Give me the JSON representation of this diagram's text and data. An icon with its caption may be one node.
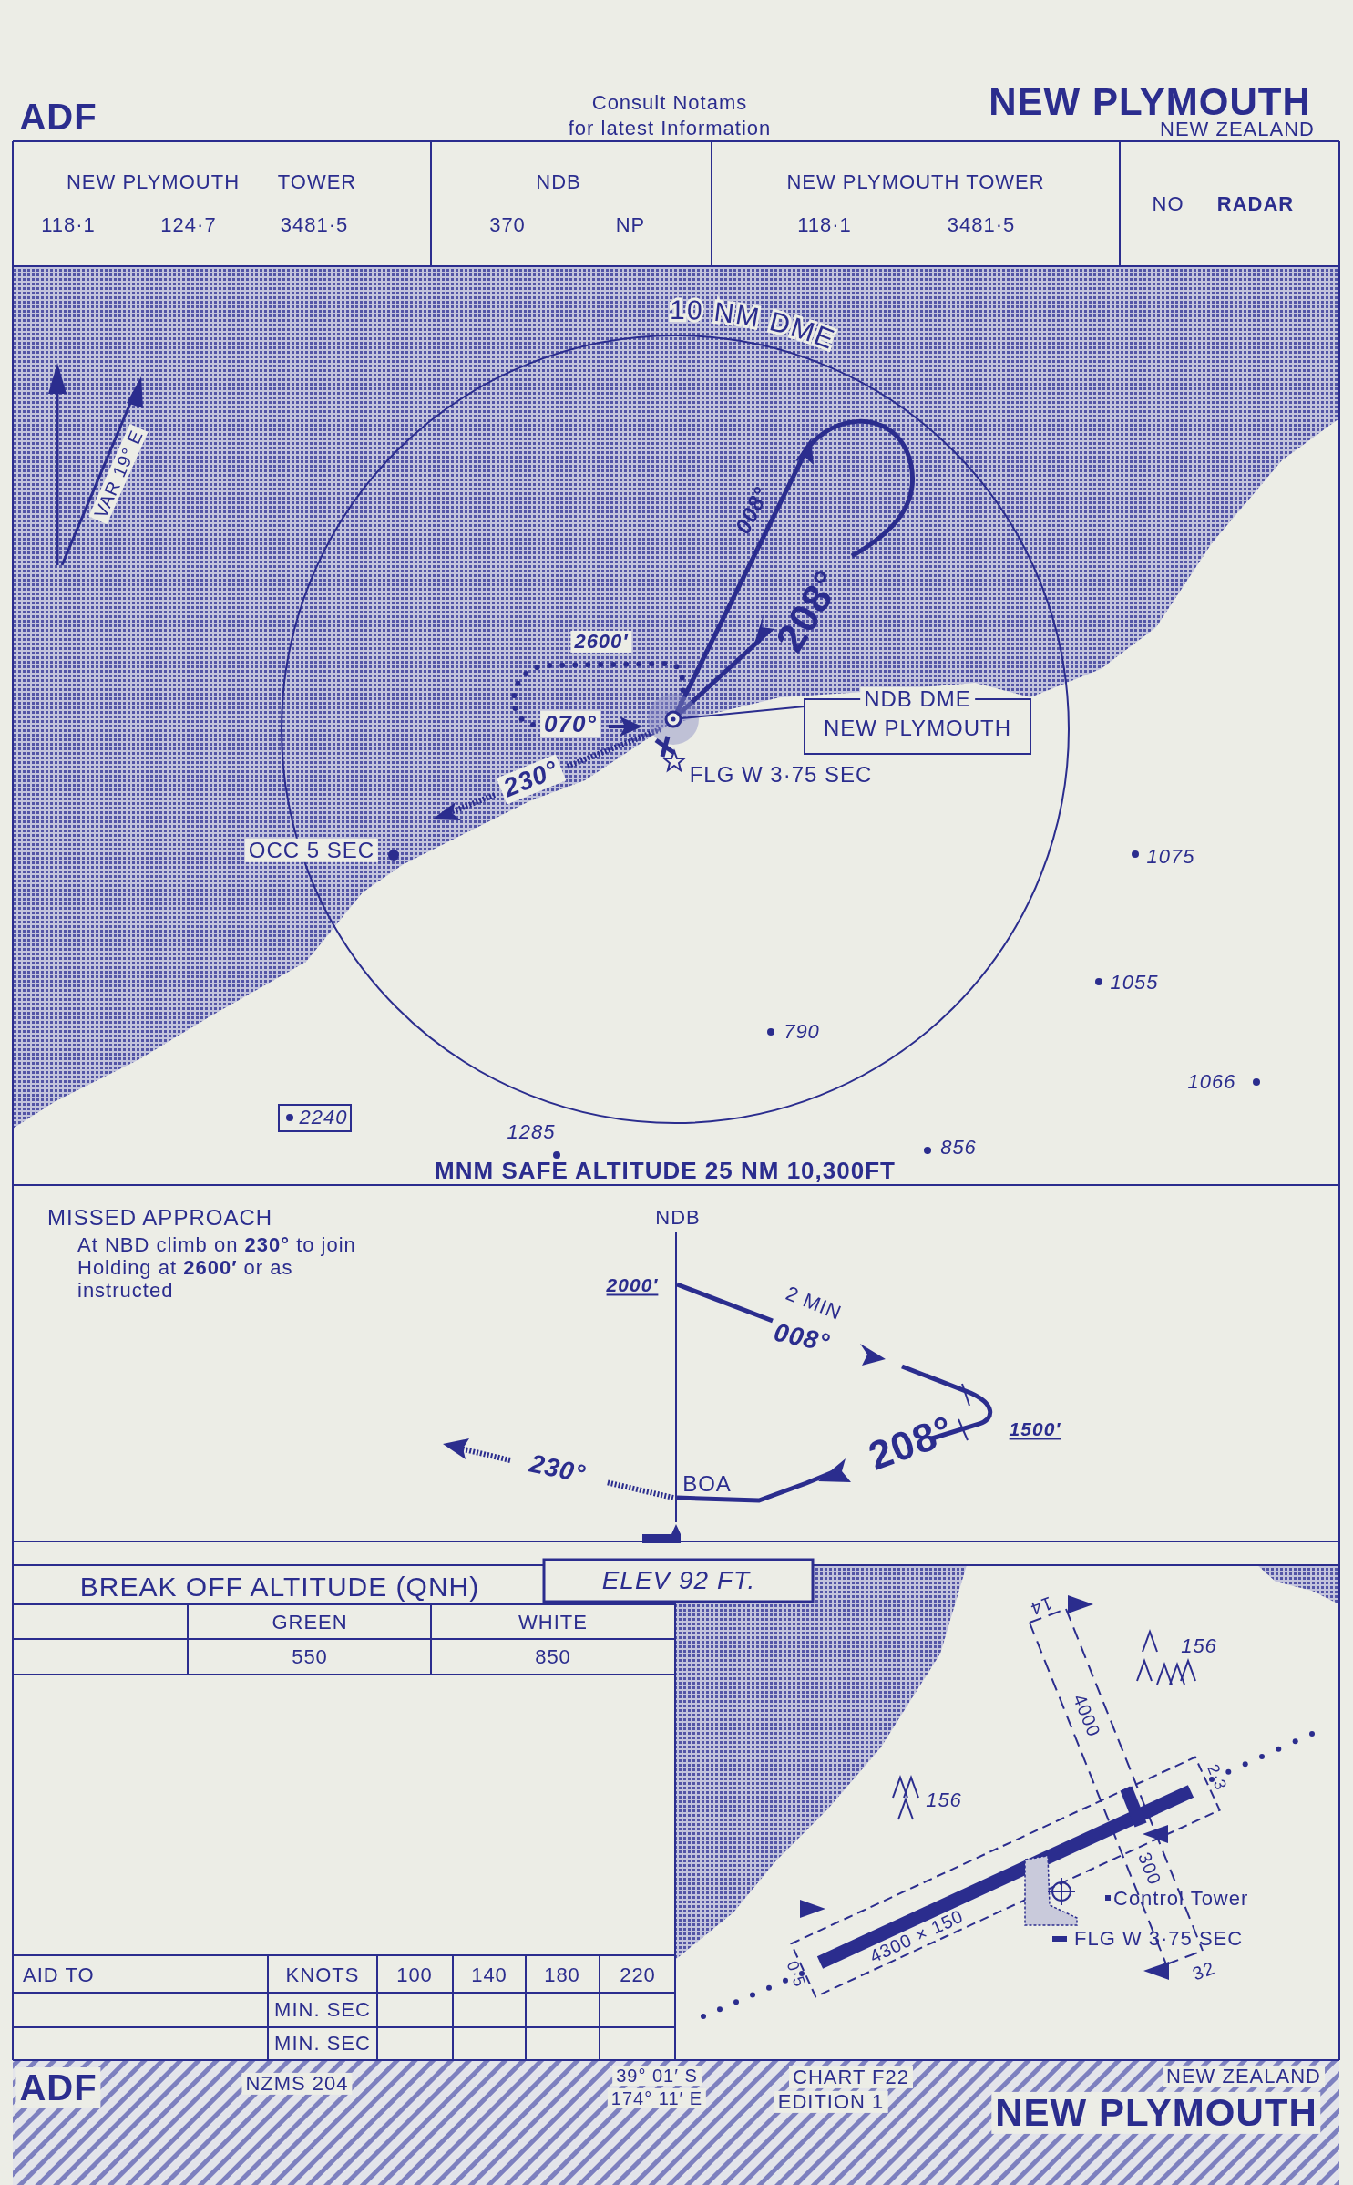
{
  "diagram": {
    "title": "NEW PLYMOUTH",
    "labels": [
      "ADF",
      "Consult Notams",
      "for latest Information",
      "NEW ZEALAND",
      "NEW PLYMOUTH",
      "TOWER",
      "118·1",
      "124·7",
      "3481·5",
      "NDB",
      "370",
      "NP",
      "NEW PLYMOUTH TOWER",
      "118·1",
      "3481·5",
      "NO",
      "RADAR",
      "10 NM DME",
      "VAR 19° E",
      "008°",
      "208°",
      "2600′",
      "070°",
      "230°",
      "NDB DME",
      "NEW PLYMOUTH",
      "FLG W 3·75 SEC",
      "OCC 5 SEC",
      "1075",
      "1055",
      "790",
      "1066",
      "2240",
      "1285",
      "856",
      "MNM SAFE ALTITUDE 25 NM 10,300FT",
      "MISSED APPROACH",
      "At NBD climb on **230°** to join Holding at **2600′** or as instructed",
      "NDB",
      "2000′",
      "2 MIN",
      "008°",
      "1500′",
      "208°",
      "230°",
      "BOA",
      "BREAK OFF ALTITUDE (QNH)",
      "ELEV 92 FT.",
      "GREEN",
      "WHITE",
      "550",
      "850",
      "AID TO",
      "KNOTS",
      "100",
      "140",
      "180",
      "220",
      "MIN. SEC",
      "MIN. SEC",
      "14",
      "156",
      "4000",
      "2·3",
      "156",
      "300",
      "Control Tower",
      "4300 × 150",
      "FLG W 3·75 SEC",
      "0·5",
      "32",
      "ADF",
      "NZMS 204",
      "39° 01′ S",
      "174° 11′ E",
      "CHART F22",
      "EDITION 1",
      "NEW ZEALAND",
      "NEW PLYMOUTH"
    ]
  }
}
